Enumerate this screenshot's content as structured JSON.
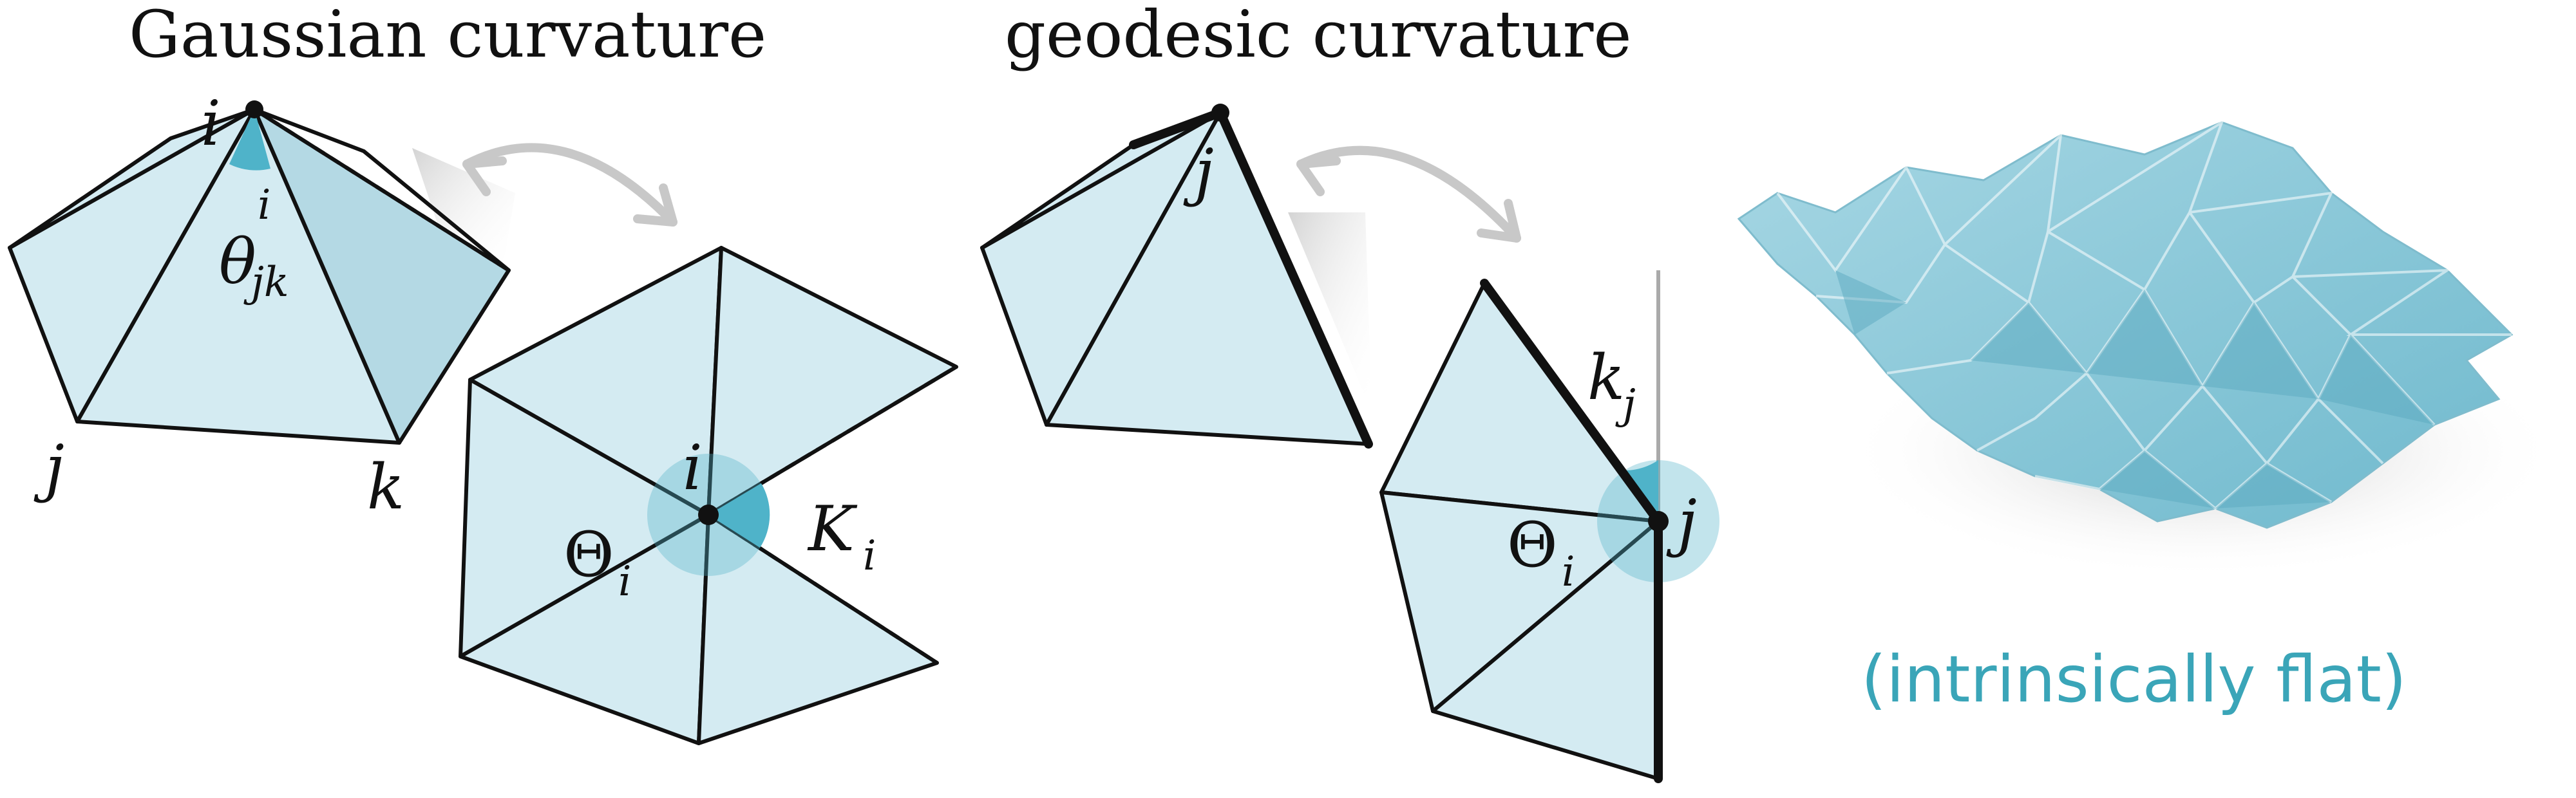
{
  "titles": {
    "gaussian": "Gaussian curvature",
    "geodesic": "geodesic curvature"
  },
  "labels": {
    "i_top": "i",
    "theta": "θ",
    "theta_sup": "i",
    "theta_sub": "jk",
    "j_left": "j",
    "k_left": "k",
    "i_center": "i",
    "Theta_center": "Θ",
    "Theta_center_sub": "i",
    "K": "K",
    "K_sub": "i",
    "j_geo_top": "j",
    "k_geo": "k",
    "k_geo_sub": "j",
    "Theta_geo": "Θ",
    "Theta_geo_sub": "i",
    "j_geo_right": "j"
  },
  "caption": {
    "text": "(intrinsically flat)",
    "color": "#3aa5b8"
  },
  "colors": {
    "face_light": "#d4ebf2",
    "face_dark": "#b4d9e4",
    "angle_fill": "#4fb3c9",
    "arrow": "#c8c8c8",
    "surface": "#8cc8d8"
  }
}
